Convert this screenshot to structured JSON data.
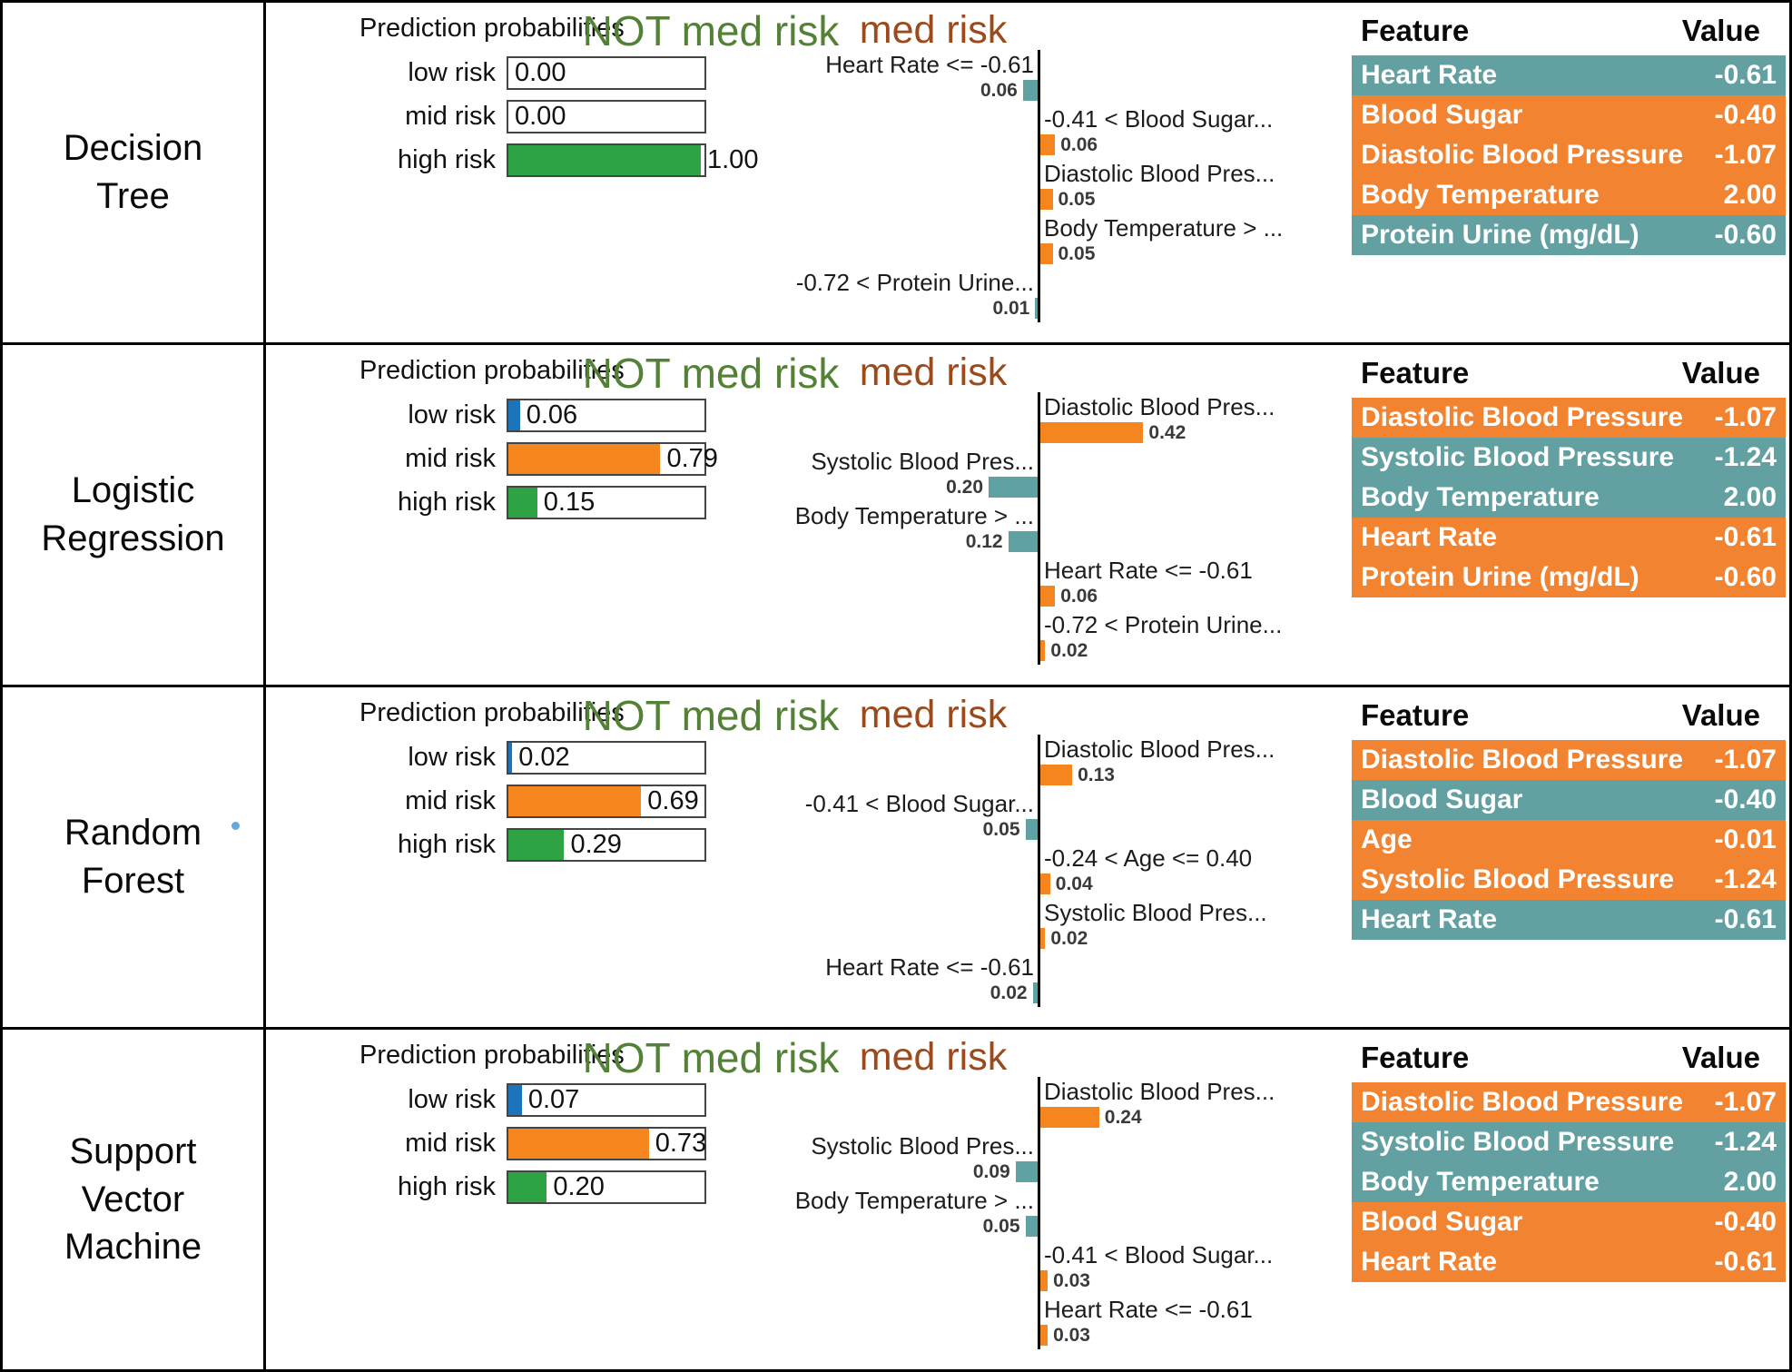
{
  "colors": {
    "not_med_risk_label": "#538135",
    "med_risk_label": "#9c4a1b",
    "contrib_bar_left_teal": "#60a1a4",
    "contrib_bar_right_orange": "#f5861f",
    "prob_low_blue": "#1c74bc",
    "prob_mid_orange": "#f6871f",
    "prob_high_green": "#2ea344",
    "table_orange": "#f28431",
    "table_teal": "#63a0a1"
  },
  "chart_data": [
    {
      "type": "bar",
      "model": "Decision Tree",
      "probabilities": {
        "title": "Prediction probabilities",
        "items": [
          {
            "label": "low risk",
            "value": "0.00",
            "num": 0.0,
            "color": "blue"
          },
          {
            "label": "mid risk",
            "value": "0.00",
            "num": 0.0,
            "color": "orange"
          },
          {
            "label": "high risk",
            "value": "1.00",
            "num": 1.0,
            "color": "green"
          }
        ]
      },
      "contrib_left_label": "NOT med risk",
      "contrib_right_label": "med risk",
      "features": [
        {
          "label": "Heart Rate <= -0.61",
          "value": "0.06",
          "num": 0.06,
          "side": "left"
        },
        {
          "label": "-0.41 < Blood Sugar...",
          "value": "0.06",
          "num": 0.06,
          "side": "right"
        },
        {
          "label": "Diastolic Blood Pres...",
          "value": "0.05",
          "num": 0.05,
          "side": "right"
        },
        {
          "label": "Body Temperature > ...",
          "value": "0.05",
          "num": 0.05,
          "side": "right"
        },
        {
          "label": "-0.72 < Protein Urine...",
          "value": "0.01",
          "num": 0.01,
          "side": "left"
        }
      ],
      "table": {
        "feature_header": "Feature",
        "value_header": "Value",
        "rows": [
          {
            "feature": "Heart Rate",
            "value": "-0.61",
            "color": "teal"
          },
          {
            "feature": "Blood Sugar",
            "value": "-0.40",
            "color": "orange"
          },
          {
            "feature": "Diastolic Blood Pressure",
            "value": "-1.07",
            "color": "orange"
          },
          {
            "feature": "Body Temperature",
            "value": "2.00",
            "color": "orange"
          },
          {
            "feature": "Protein Urine (mg/dL)",
            "value": "-0.60",
            "color": "teal"
          }
        ]
      }
    },
    {
      "type": "bar",
      "model": "Logistic Regression",
      "probabilities": {
        "title": "Prediction probabilities",
        "items": [
          {
            "label": "low risk",
            "value": "0.06",
            "num": 0.06,
            "color": "blue"
          },
          {
            "label": "mid risk",
            "value": "0.79",
            "num": 0.79,
            "color": "orange"
          },
          {
            "label": "high risk",
            "value": "0.15",
            "num": 0.15,
            "color": "green"
          }
        ]
      },
      "contrib_left_label": "NOT med risk",
      "contrib_right_label": "med risk",
      "features": [
        {
          "label": "Diastolic Blood Pres...",
          "value": "0.42",
          "num": 0.42,
          "side": "right"
        },
        {
          "label": "Systolic Blood Pres...",
          "value": "0.20",
          "num": 0.2,
          "side": "left"
        },
        {
          "label": "Body Temperature > ...",
          "value": "0.12",
          "num": 0.12,
          "side": "left"
        },
        {
          "label": "Heart Rate <= -0.61",
          "value": "0.06",
          "num": 0.06,
          "side": "right"
        },
        {
          "label": "-0.72 < Protein Urine...",
          "value": "0.02",
          "num": 0.02,
          "side": "right"
        }
      ],
      "table": {
        "feature_header": "Feature",
        "value_header": "Value",
        "rows": [
          {
            "feature": "Diastolic Blood Pressure",
            "value": "-1.07",
            "color": "orange"
          },
          {
            "feature": "Systolic Blood Pressure",
            "value": "-1.24",
            "color": "teal"
          },
          {
            "feature": "Body Temperature",
            "value": "2.00",
            "color": "teal"
          },
          {
            "feature": "Heart Rate",
            "value": "-0.61",
            "color": "orange"
          },
          {
            "feature": "Protein Urine (mg/dL)",
            "value": "-0.60",
            "color": "orange"
          }
        ]
      }
    },
    {
      "type": "bar",
      "model": "Random Forest",
      "probabilities": {
        "title": "Prediction probabilities",
        "items": [
          {
            "label": "low risk",
            "value": "0.02",
            "num": 0.02,
            "color": "blue"
          },
          {
            "label": "mid risk",
            "value": "0.69",
            "num": 0.69,
            "color": "orange"
          },
          {
            "label": "high risk",
            "value": "0.29",
            "num": 0.29,
            "color": "green"
          }
        ]
      },
      "contrib_left_label": "NOT med risk",
      "contrib_right_label": "med risk",
      "features": [
        {
          "label": "Diastolic Blood Pres...",
          "value": "0.13",
          "num": 0.13,
          "side": "right"
        },
        {
          "label": "-0.41 < Blood Sugar...",
          "value": "0.05",
          "num": 0.05,
          "side": "left"
        },
        {
          "label": "-0.24 < Age <= 0.40",
          "value": "0.04",
          "num": 0.04,
          "side": "right"
        },
        {
          "label": "Systolic Blood Pres...",
          "value": "0.02",
          "num": 0.02,
          "side": "right"
        },
        {
          "label": "Heart Rate <= -0.61",
          "value": "0.02",
          "num": 0.02,
          "side": "left"
        }
      ],
      "table": {
        "feature_header": "Feature",
        "value_header": "Value",
        "rows": [
          {
            "feature": "Diastolic Blood Pressure",
            "value": "-1.07",
            "color": "orange"
          },
          {
            "feature": "Blood Sugar",
            "value": "-0.40",
            "color": "teal"
          },
          {
            "feature": "Age",
            "value": "-0.01",
            "color": "orange"
          },
          {
            "feature": "Systolic Blood Pressure",
            "value": "-1.24",
            "color": "orange"
          },
          {
            "feature": "Heart Rate",
            "value": "-0.61",
            "color": "teal"
          }
        ]
      }
    },
    {
      "type": "bar",
      "model": "Support Vector Machine",
      "probabilities": {
        "title": "Prediction probabilities",
        "items": [
          {
            "label": "low risk",
            "value": "0.07",
            "num": 0.07,
            "color": "blue"
          },
          {
            "label": "mid risk",
            "value": "0.73",
            "num": 0.73,
            "color": "orange"
          },
          {
            "label": "high risk",
            "value": "0.20",
            "num": 0.2,
            "color": "green"
          }
        ]
      },
      "contrib_left_label": "NOT med risk",
      "contrib_right_label": "med risk",
      "features": [
        {
          "label": "Diastolic Blood Pres...",
          "value": "0.24",
          "num": 0.24,
          "side": "right"
        },
        {
          "label": "Systolic Blood Pres...",
          "value": "0.09",
          "num": 0.09,
          "side": "left"
        },
        {
          "label": "Body Temperature > ...",
          "value": "0.05",
          "num": 0.05,
          "side": "left"
        },
        {
          "label": "-0.41 < Blood Sugar...",
          "value": "0.03",
          "num": 0.03,
          "side": "right"
        },
        {
          "label": "Heart Rate <= -0.61",
          "value": "0.03",
          "num": 0.03,
          "side": "right"
        }
      ],
      "table": {
        "feature_header": "Feature",
        "value_header": "Value",
        "rows": [
          {
            "feature": "Diastolic Blood Pressure",
            "value": "-1.07",
            "color": "orange"
          },
          {
            "feature": "Systolic Blood Pressure",
            "value": "-1.24",
            "color": "teal"
          },
          {
            "feature": "Body Temperature",
            "value": "2.00",
            "color": "teal"
          },
          {
            "feature": "Blood Sugar",
            "value": "-0.40",
            "color": "orange"
          },
          {
            "feature": "Heart Rate",
            "value": "-0.61",
            "color": "orange"
          }
        ]
      }
    }
  ]
}
